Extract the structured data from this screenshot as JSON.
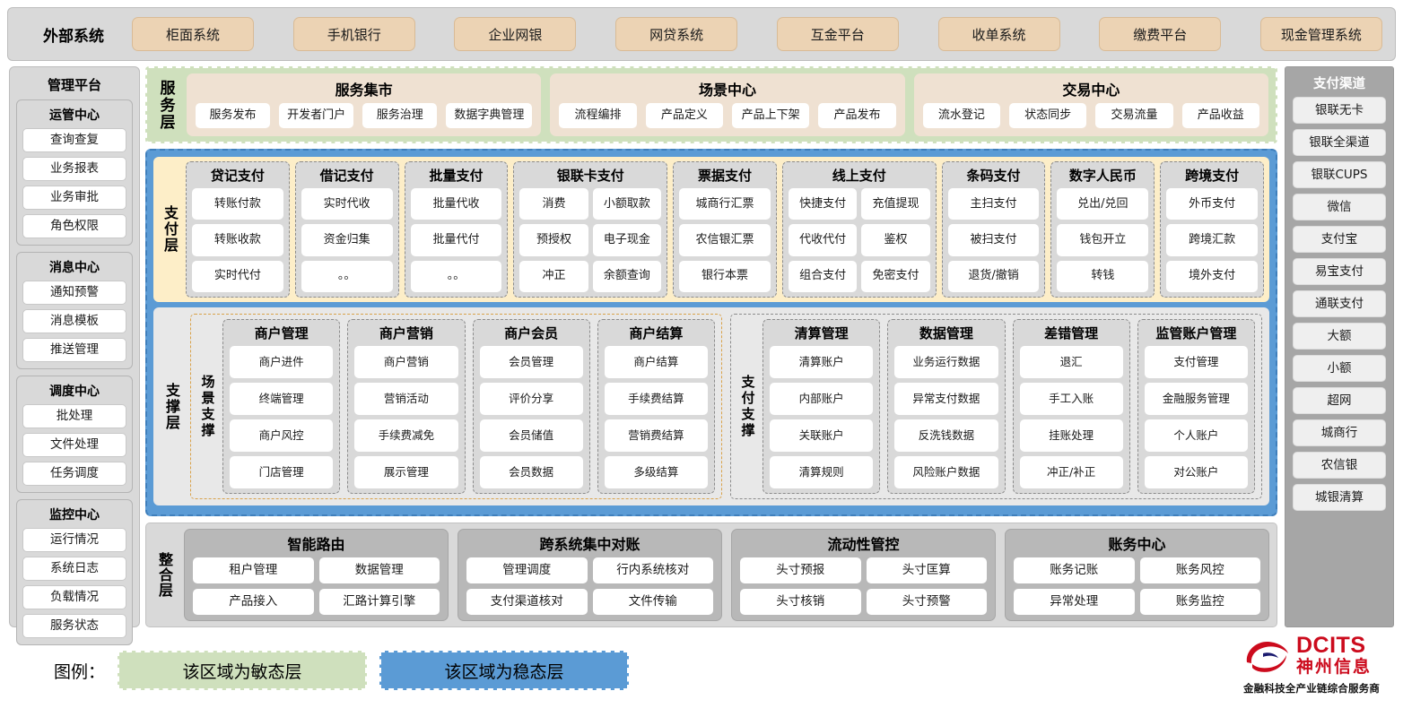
{
  "external": {
    "title": "外部系统",
    "items": [
      "柜面系统",
      "手机银行",
      "企业网银",
      "网贷系统",
      "互金平台",
      "收单系统",
      "缴费平台",
      "现金管理系统"
    ]
  },
  "management": {
    "title": "管理平台",
    "groups": [
      {
        "title": "运管中心",
        "items": [
          "查询查复",
          "业务报表",
          "业务审批",
          "角色权限"
        ]
      },
      {
        "title": "消息中心",
        "items": [
          "通知预警",
          "消息模板",
          "推送管理"
        ]
      },
      {
        "title": "调度中心",
        "items": [
          "批处理",
          "文件处理",
          "任务调度"
        ]
      },
      {
        "title": "监控中心",
        "items": [
          "运行情况",
          "系统日志",
          "负载情况",
          "服务状态"
        ]
      }
    ]
  },
  "channels": {
    "title": "支付渠道",
    "items": [
      "银联无卡",
      "银联全渠道",
      "银联CUPS",
      "微信",
      "支付宝",
      "易宝支付",
      "通联支付",
      "大额",
      "小额",
      "超网",
      "城商行",
      "农信银",
      "城银清算"
    ]
  },
  "service_layer": {
    "label": "服务层",
    "groups": [
      {
        "title": "服务集市",
        "items": [
          "服务发布",
          "开发者门户",
          "服务治理",
          "数据字典管理"
        ]
      },
      {
        "title": "场景中心",
        "items": [
          "流程编排",
          "产品定义",
          "产品上下架",
          "产品发布"
        ]
      },
      {
        "title": "交易中心",
        "items": [
          "流水登记",
          "状态同步",
          "交易流量",
          "产品收益"
        ]
      }
    ]
  },
  "payment_layer": {
    "label": "支付层",
    "columns": [
      {
        "title": "贷记支付",
        "cols": 1,
        "items": [
          "转账付款",
          "转账收款",
          "实时代付"
        ]
      },
      {
        "title": "借记支付",
        "cols": 1,
        "items": [
          "实时代收",
          "资金归集",
          "。。"
        ]
      },
      {
        "title": "批量支付",
        "cols": 1,
        "items": [
          "批量代收",
          "批量代付",
          "。。"
        ]
      },
      {
        "title": "银联卡支付",
        "cols": 2,
        "items": [
          "消费",
          "小额取款",
          "预授权",
          "电子现金",
          "冲正",
          "余额查询"
        ]
      },
      {
        "title": "票据支付",
        "cols": 1,
        "items": [
          "城商行汇票",
          "农信银汇票",
          "银行本票"
        ]
      },
      {
        "title": "线上支付",
        "cols": 2,
        "items": [
          "快捷支付",
          "充值提现",
          "代收代付",
          "鉴权",
          "组合支付",
          "免密支付"
        ]
      },
      {
        "title": "条码支付",
        "cols": 1,
        "items": [
          "主扫支付",
          "被扫支付",
          "退货/撤销"
        ]
      },
      {
        "title": "数字人民币",
        "cols": 1,
        "items": [
          "兑出/兑回",
          "钱包开立",
          "转钱"
        ]
      },
      {
        "title": "跨境支付",
        "cols": 1,
        "items": [
          "外币支付",
          "跨境汇款",
          "境外支付"
        ]
      }
    ]
  },
  "support_layer": {
    "label": "支撑层",
    "boxes": [
      {
        "label": "场景支撑",
        "columns": [
          {
            "title": "商户管理",
            "items": [
              "商户进件",
              "终端管理",
              "商户风控",
              "门店管理"
            ]
          },
          {
            "title": "商户营销",
            "items": [
              "商户营销",
              "营销活动",
              "手续费减免",
              "展示管理"
            ]
          },
          {
            "title": "商户会员",
            "items": [
              "会员管理",
              "评价分享",
              "会员储值",
              "会员数据"
            ]
          },
          {
            "title": "商户结算",
            "items": [
              "商户结算",
              "手续费结算",
              "营销费结算",
              "多级结算"
            ]
          }
        ]
      },
      {
        "label": "支付支撑",
        "columns": [
          {
            "title": "清算管理",
            "items": [
              "清算账户",
              "内部账户",
              "关联账户",
              "清算规则"
            ]
          },
          {
            "title": "数据管理",
            "items": [
              "业务运行数据",
              "异常支付数据",
              "反洗钱数据",
              "风险账户数据"
            ]
          },
          {
            "title": "差错管理",
            "items": [
              "退汇",
              "手工入账",
              "挂账处理",
              "冲正/补正"
            ]
          },
          {
            "title": "监管账户管理",
            "items": [
              "支付管理",
              "金融服务管理",
              "个人账户",
              "对公账户"
            ]
          }
        ]
      }
    ]
  },
  "integration_layer": {
    "label": "整合层",
    "boxes": [
      {
        "title": "智能路由",
        "items": [
          "租户管理",
          "数据管理",
          "产品接入",
          "汇路计算引擎"
        ]
      },
      {
        "title": "跨系统集中对账",
        "items": [
          "管理调度",
          "行内系统核对",
          "支付渠道核对",
          "文件传输"
        ]
      },
      {
        "title": "流动性管控",
        "items": [
          "头寸预报",
          "头寸匡算",
          "头寸核销",
          "头寸预警"
        ]
      },
      {
        "title": "账务中心",
        "items": [
          "账务记账",
          "账务风控",
          "异常处理",
          "账务监控"
        ]
      }
    ]
  },
  "legend": {
    "label": "图例：",
    "agile": "该区域为敏态层",
    "stable": "该区域为稳态层"
  },
  "logo": {
    "en": "DCITS",
    "cn": "神州信息",
    "tagline": "金融科技全产业链综合服务商"
  },
  "colors": {
    "agile_green": "#cfe0bd",
    "stable_blue": "#5b9bd5",
    "payment_yellow": "#fdeec8",
    "external_tan": "#ecd3b4",
    "brand_red": "#cc0b1d"
  }
}
